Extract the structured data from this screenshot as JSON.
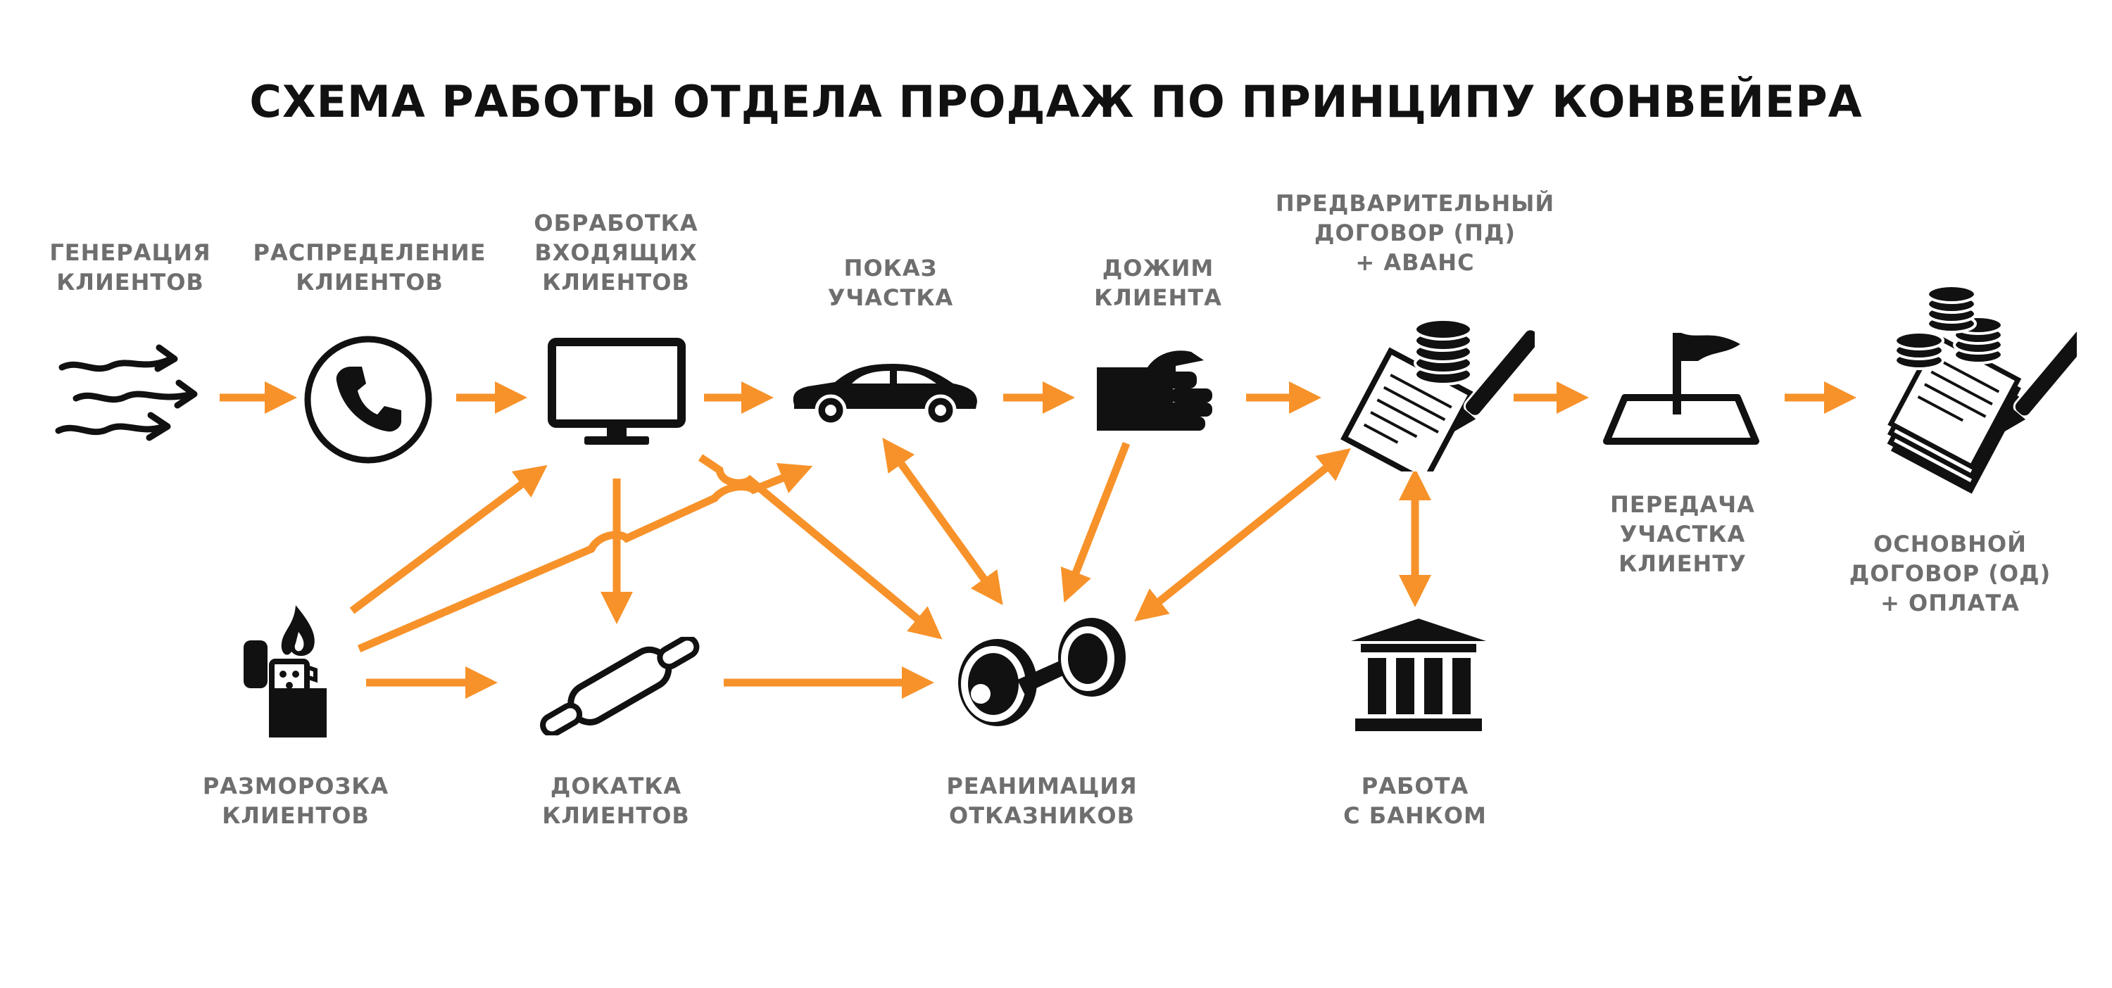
{
  "title": "СХЕМА РАБОТЫ ОТДЕЛА ПРОДАЖ ПО ПРИНЦИПУ КОНВЕЙЕРА",
  "colors": {
    "accent": "#f7922a",
    "icon": "#111111",
    "label": "#6e6e6e",
    "background": "#ffffff"
  },
  "nodes": [
    {
      "id": "generation",
      "icon": "wind-arrows-icon",
      "label": [
        "ГЕНЕРАЦИЯ",
        "КЛИЕНТОВ"
      ]
    },
    {
      "id": "distribution",
      "icon": "phone-icon",
      "label": [
        "РАСПРЕДЕЛЕНИЕ",
        "КЛИЕНТОВ"
      ]
    },
    {
      "id": "incoming",
      "icon": "monitor-icon",
      "label": [
        "ОБРАБОТКА",
        "ВХОДЯЩИХ",
        "КЛИЕНТОВ"
      ]
    },
    {
      "id": "showing",
      "icon": "car-icon",
      "label": [
        "ПОКАЗ",
        "УЧАСТКА"
      ]
    },
    {
      "id": "closing",
      "icon": "fist-icon",
      "label": [
        "ДОЖИМ",
        "КЛИЕНТА"
      ]
    },
    {
      "id": "prelim",
      "icon": "contract-coins-icon",
      "label": [
        "ПРЕДВАРИТЕЛЬНЫЙ",
        "ДОГОВОР (ПД)",
        "+ АВАНС"
      ]
    },
    {
      "id": "handover",
      "icon": "flag-plot-icon",
      "label": [
        "ПЕРЕДАЧА",
        "УЧАСТКА",
        "КЛИЕНТУ"
      ]
    },
    {
      "id": "main",
      "icon": "main-contract-icon",
      "label": [
        "ОСНОВНОЙ",
        "ДОГОВОР (ОД)",
        "+ ОПЛАТА"
      ]
    },
    {
      "id": "defrost",
      "icon": "lighter-icon",
      "label": [
        "РАЗМОРОЗКА",
        "КЛИЕНТОВ"
      ]
    },
    {
      "id": "rolling",
      "icon": "rolling-pin-icon",
      "label": [
        "ДОКАТКА",
        "КЛИЕНТОВ"
      ]
    },
    {
      "id": "revival",
      "icon": "dumbbell-icon",
      "label": [
        "РЕАНИМАЦИЯ",
        "ОТКАЗНИКОВ"
      ]
    },
    {
      "id": "bank",
      "icon": "bank-icon",
      "label": [
        "РАБОТА",
        "С БАНКОМ"
      ]
    }
  ],
  "edges": [
    {
      "from": "generation",
      "to": "distribution",
      "dir": "forward"
    },
    {
      "from": "distribution",
      "to": "incoming",
      "dir": "forward"
    },
    {
      "from": "incoming",
      "to": "showing",
      "dir": "forward"
    },
    {
      "from": "showing",
      "to": "closing",
      "dir": "forward"
    },
    {
      "from": "closing",
      "to": "prelim",
      "dir": "forward"
    },
    {
      "from": "prelim",
      "to": "handover",
      "dir": "forward"
    },
    {
      "from": "handover",
      "to": "main",
      "dir": "forward"
    },
    {
      "from": "defrost",
      "to": "incoming",
      "dir": "forward"
    },
    {
      "from": "defrost",
      "to": "showing",
      "dir": "forward"
    },
    {
      "from": "defrost",
      "to": "rolling",
      "dir": "forward"
    },
    {
      "from": "incoming",
      "to": "rolling",
      "dir": "forward"
    },
    {
      "from": "incoming",
      "to": "revival",
      "dir": "forward"
    },
    {
      "from": "rolling",
      "to": "revival",
      "dir": "forward"
    },
    {
      "from": "closing",
      "to": "revival",
      "dir": "forward"
    },
    {
      "from": "showing",
      "to": "revival",
      "dir": "both"
    },
    {
      "from": "prelim",
      "to": "revival",
      "dir": "both"
    },
    {
      "from": "prelim",
      "to": "bank",
      "dir": "both"
    }
  ]
}
